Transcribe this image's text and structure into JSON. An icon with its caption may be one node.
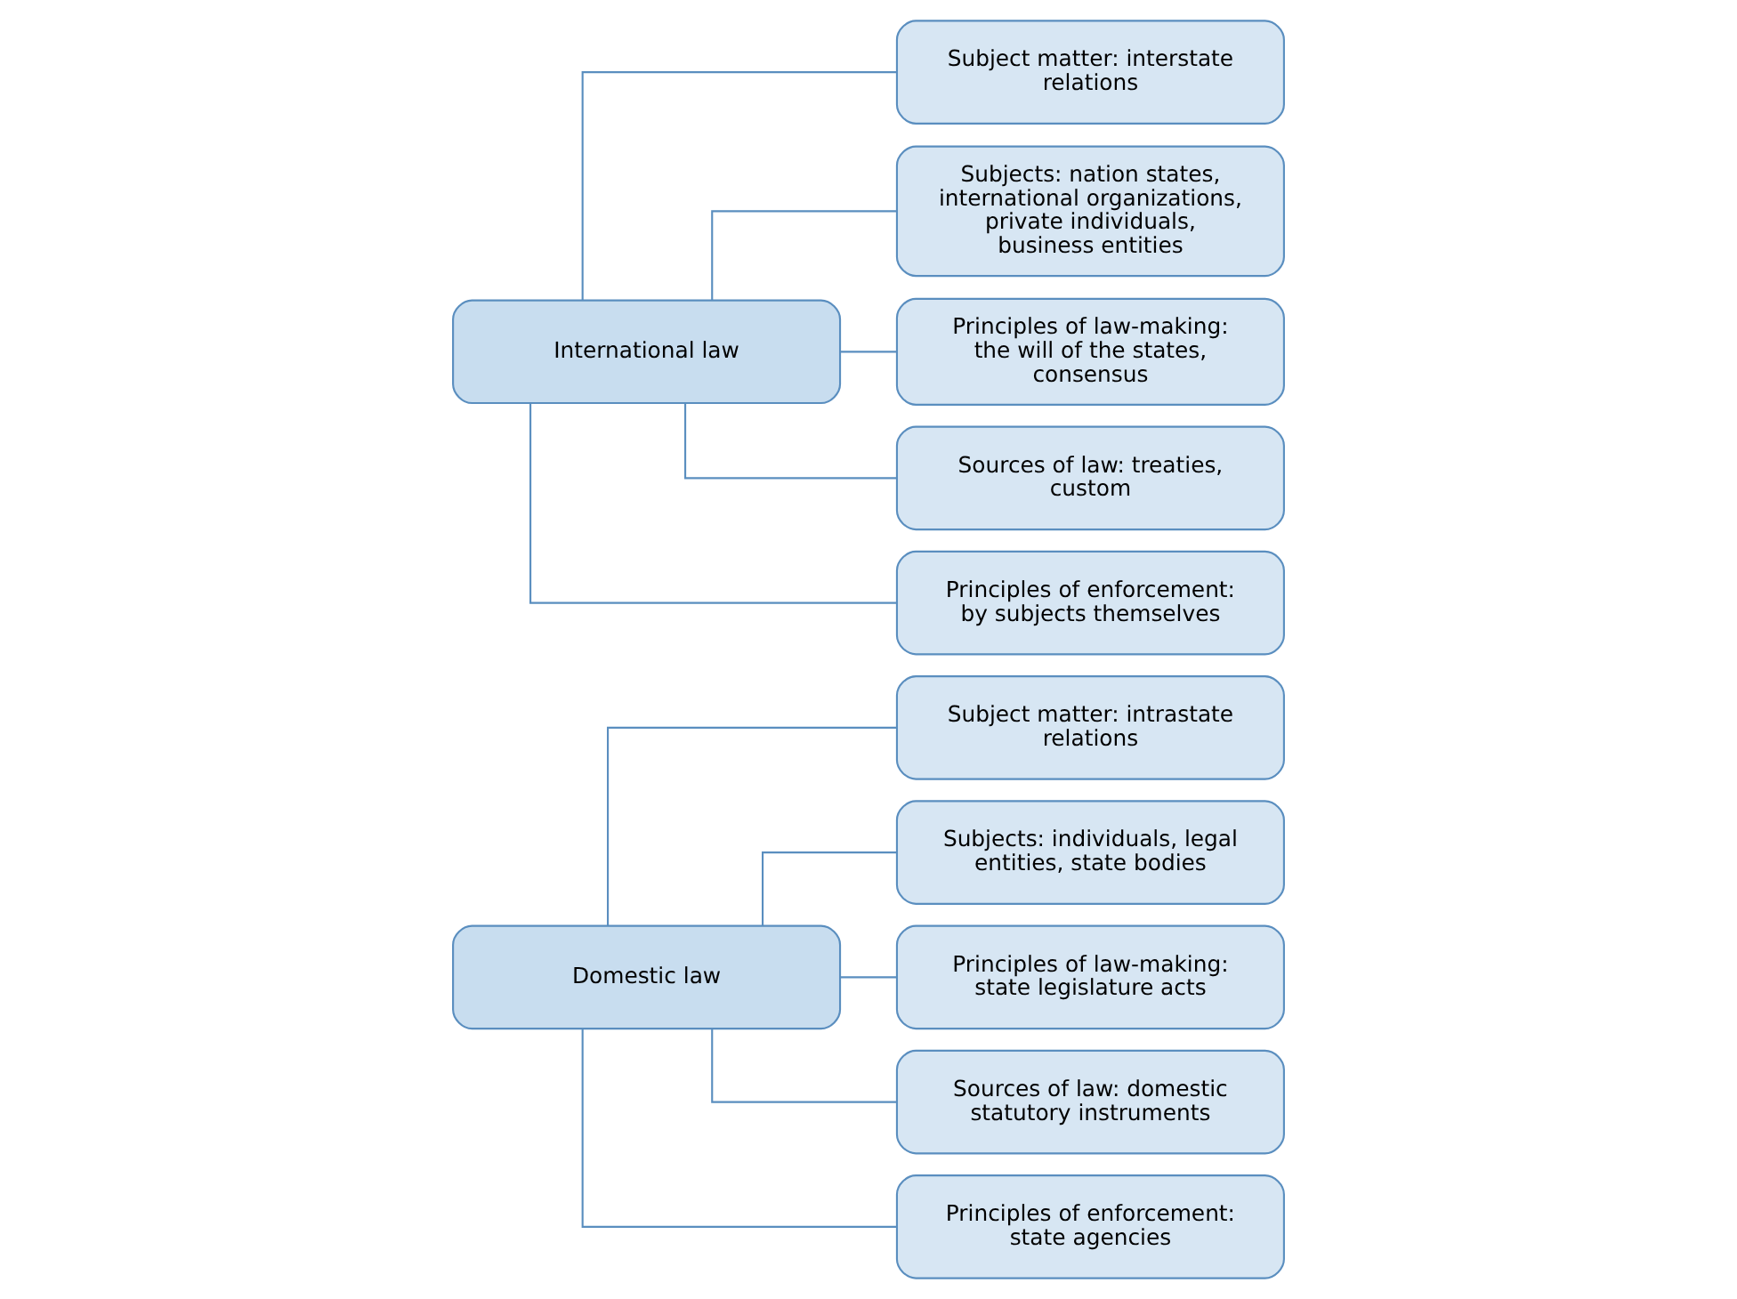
{
  "diagram": {
    "nodes": [
      {
        "text": [
          "Domestic law"
        ]
      },
      {
        "text": [
          "Subject matter: intrastate relations"
        ]
      },
      {
        "text": [
          "Subjects: individuals, legal entities, state bodies"
        ]
      },
      {
        "text": [
          "Principles of law-making: state legislature acts"
        ]
      },
      {
        "text": [
          "Sources of law: domestic statutory instruments"
        ]
      },
      {
        "text": [
          "Principles of enforcement: state agencies"
        ]
      },
      {
        "text": [
          "International law"
        ]
      },
      {
        "text": [
          "Subject matter: interstate relations"
        ]
      },
      {
        "text": [
          "Subjects: nation states, international organizations, private individuals, business entities"
        ]
      },
      {
        "text": [
          "Principles of law-making: the will of the states, consensus"
        ]
      },
      {
        "text": [
          "Sources of law: treaties, custom"
        ]
      },
      {
        "text": [
          "Principles of enforcement: by subjects themselves"
        ]
      }
    ],
    "edges": [
      {
        "from": 0,
        "to": 1,
        "arrow": "none"
      },
      {
        "from": 0,
        "to": 2,
        "arrow": "none"
      },
      {
        "from": 0,
        "to": 3,
        "arrow": "none"
      },
      {
        "from": 0,
        "to": 4,
        "arrow": "none"
      },
      {
        "from": 0,
        "to": 5,
        "arrow": "none"
      },
      {
        "from": 6,
        "to": 7,
        "arrow": "none"
      },
      {
        "from": 6,
        "to": 8,
        "arrow": "none"
      },
      {
        "from": 6,
        "to": 9,
        "arrow": "none"
      },
      {
        "from": 6,
        "to": 10,
        "arrow": "none"
      },
      {
        "from": 6,
        "to": 11,
        "arrow": "none"
      }
    ]
  }
}
